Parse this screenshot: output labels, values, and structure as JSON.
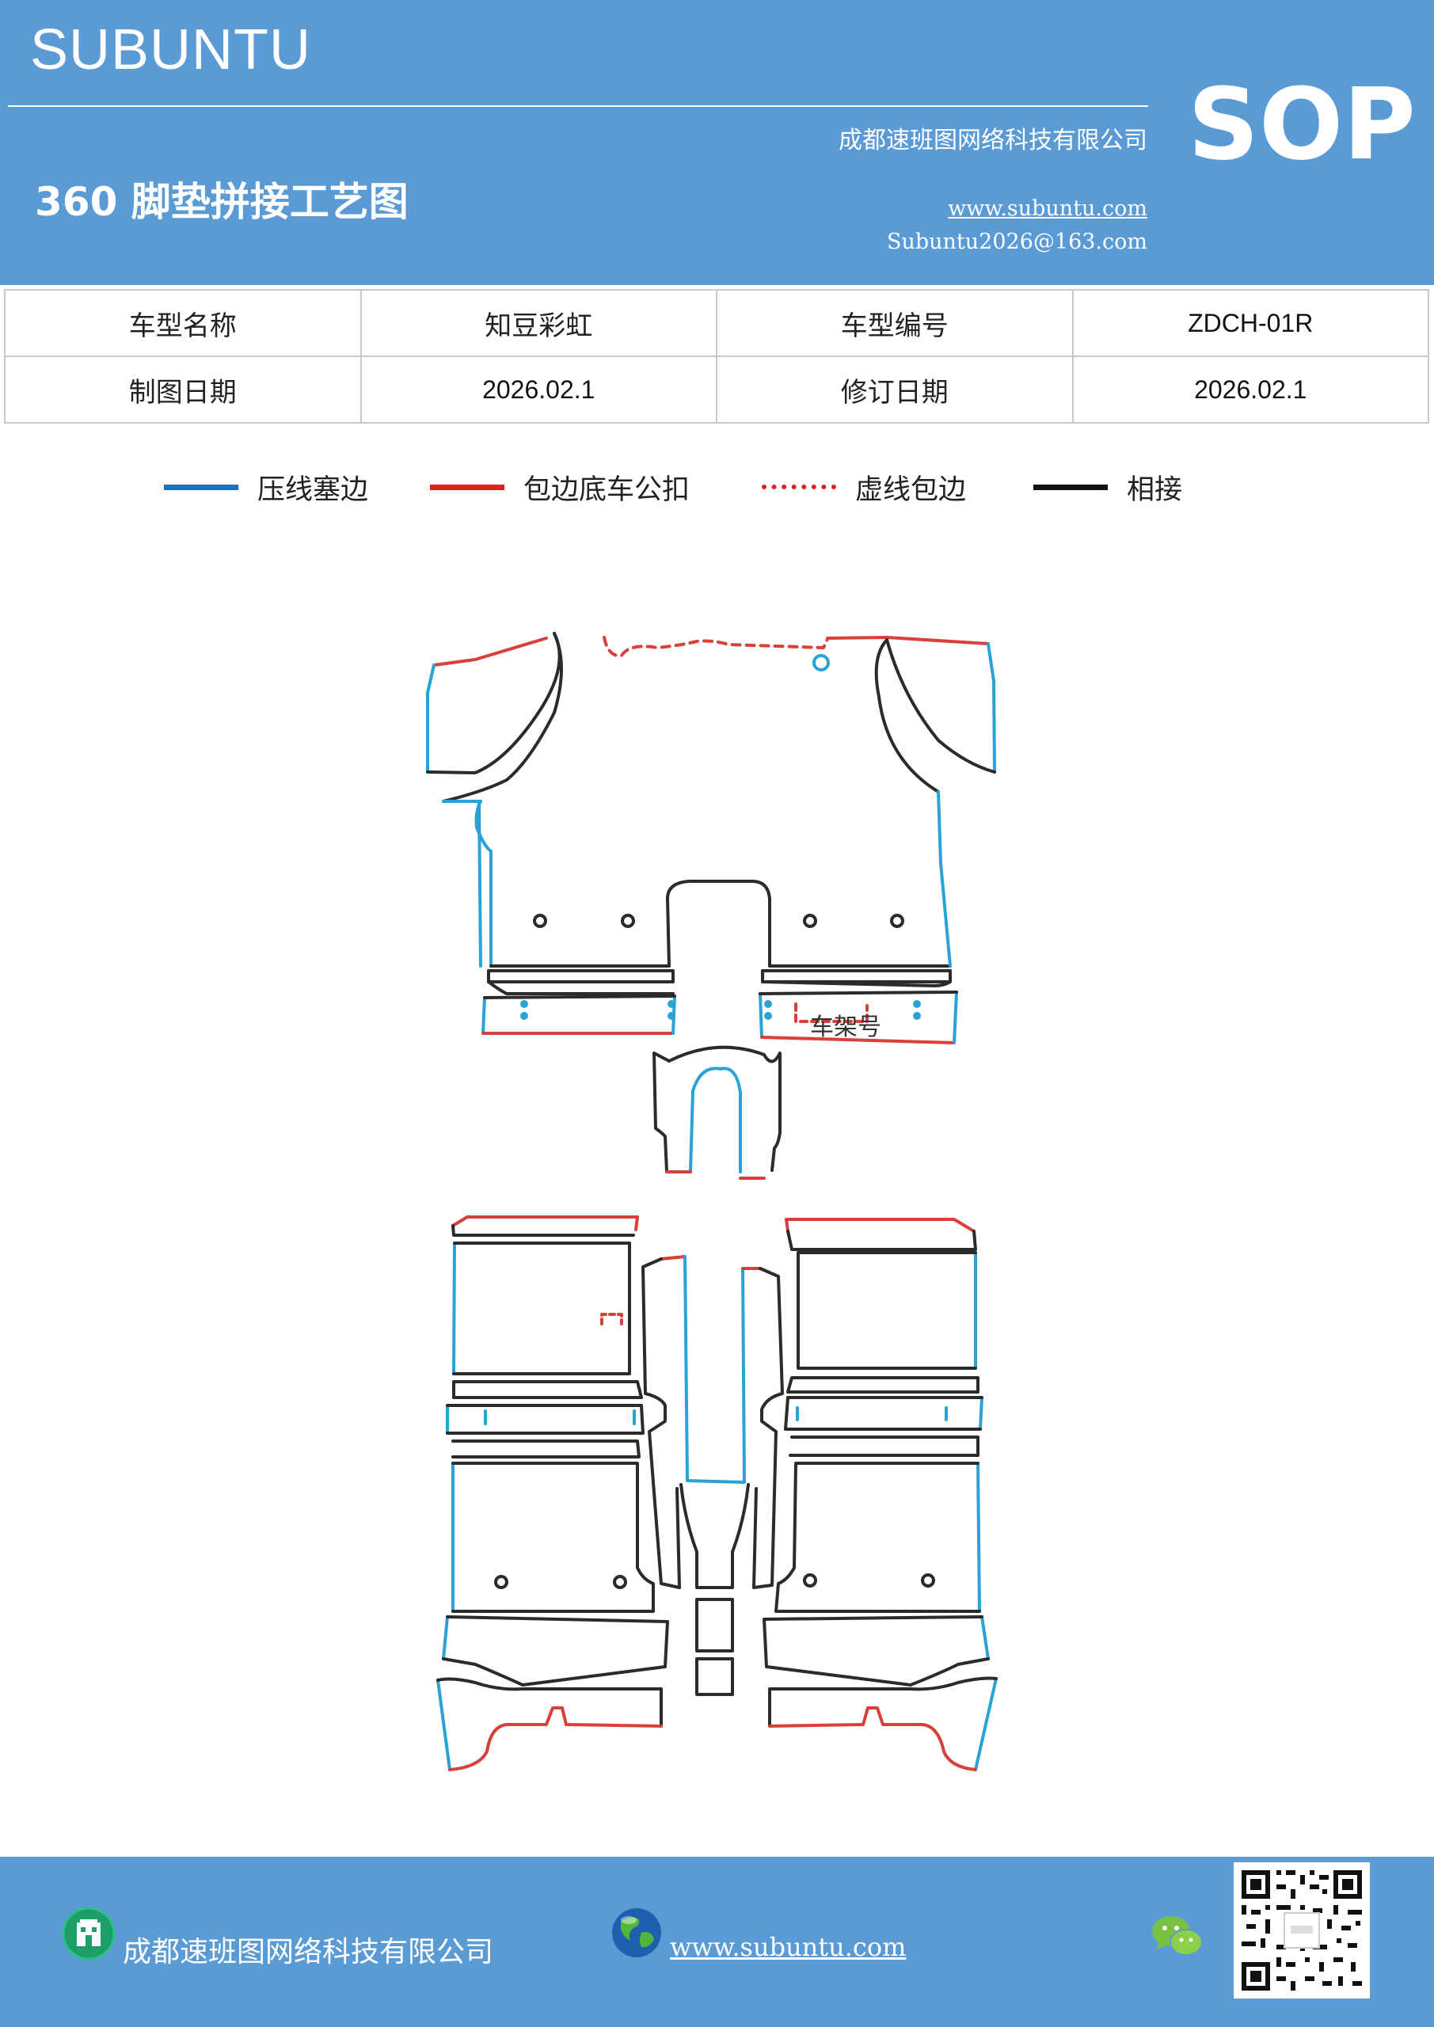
{
  "header": {
    "brand": "SUBUNTU",
    "badge": "SOP",
    "title": "360 脚垫拼接工艺图",
    "company": "成都速班图网络科技有限公司",
    "website": "www.subuntu.com",
    "email": "Subuntu2026@163.com"
  },
  "info": {
    "model_name_label": "车型名称",
    "model_name": "知豆彩虹",
    "model_code_label": "车型编号",
    "model_code": "ZDCH-01R",
    "draw_date_label": "制图日期",
    "draw_date": "2026.02.1",
    "revise_date_label": "修订日期",
    "revise_date": "2026.02.1"
  },
  "legend": [
    {
      "label": "压线塞边",
      "color": "#1f6fbf",
      "style": "solid"
    },
    {
      "label": "包边底车公扣",
      "color": "#e02020",
      "style": "solid"
    },
    {
      "label": "虚线包边",
      "color": "#e02020",
      "style": "dotted"
    },
    {
      "label": "相接",
      "color": "#111111",
      "style": "solid"
    }
  ],
  "diagram": {
    "frame_number_label": "车架号",
    "colors": {
      "blue": "#29a3d6",
      "red": "#d9403a",
      "black": "#2b2b2b"
    }
  },
  "footer": {
    "company": "成都速班图网络科技有限公司",
    "website": "www.subuntu.com",
    "icons": [
      "building-icon",
      "globe-icon",
      "wechat-icon",
      "qr-code"
    ]
  }
}
